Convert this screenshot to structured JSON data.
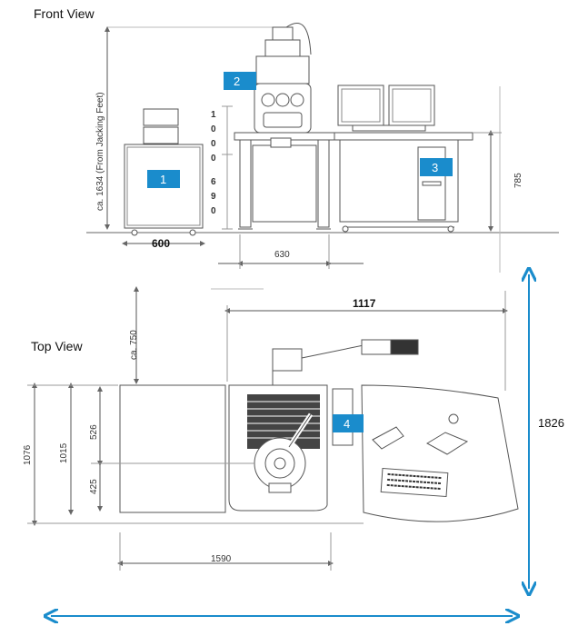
{
  "front_view": {
    "title": "Front View",
    "height_label": "ca. 1634 (From Jacking Feet)",
    "stack_label": "1000",
    "stack_label_2": "690",
    "right_height": "785",
    "width_left": "600",
    "width_mid": "630"
  },
  "top_view": {
    "title": "Top View",
    "clearance": "ca. 750",
    "width_top": "1117",
    "depth_outer": "1076",
    "depth_inner": "1015",
    "depth_upper": "526",
    "depth_lower": "425",
    "width_bottom": "1590",
    "overall_depth": "1826"
  },
  "badges": [
    "1",
    "2",
    "3",
    "4"
  ],
  "colors": {
    "badge": "#1a8ccc",
    "arrow": "#1a8ccc",
    "line": "#555555"
  }
}
